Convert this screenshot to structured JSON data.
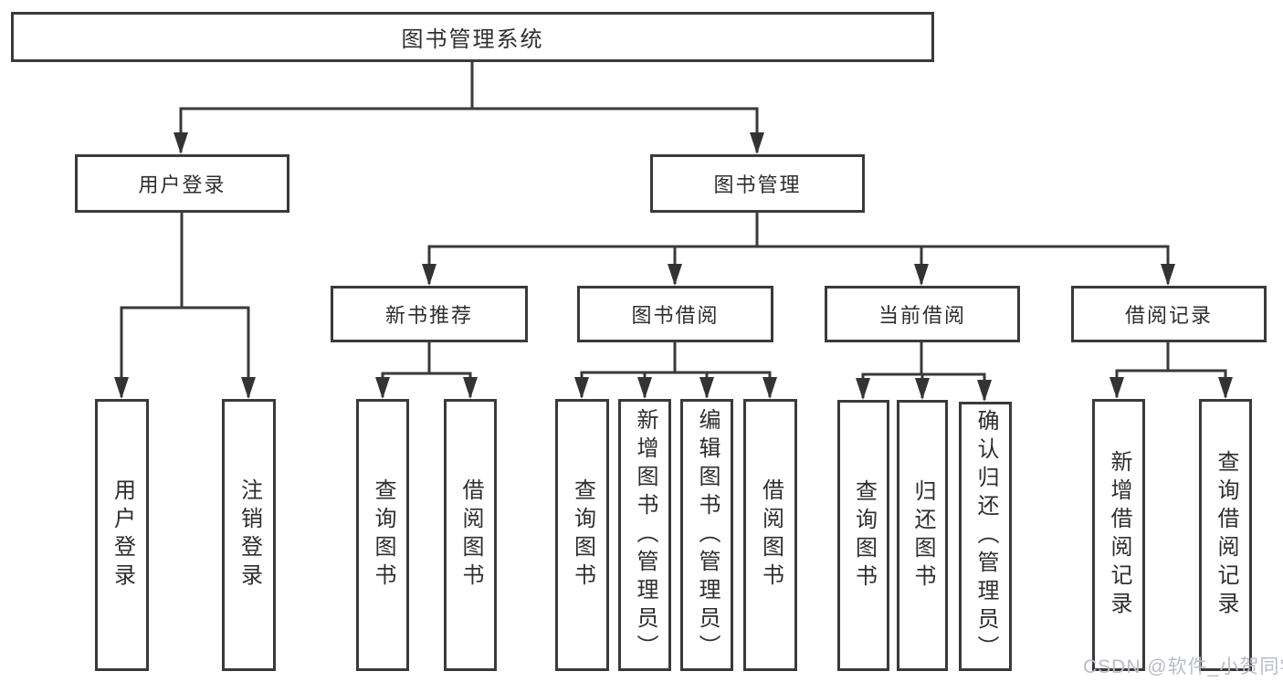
{
  "diagram": {
    "root": "图书管理系统",
    "level1": {
      "user_login": "用户登录",
      "book_management": "图书管理"
    },
    "level2": {
      "new_book_recommend": "新书推荐",
      "book_borrow": "图书借阅",
      "current_borrow": "当前借阅",
      "borrow_records": "借阅记录"
    },
    "leaves": {
      "user_login": [
        "用户登录",
        "注销登录"
      ],
      "new_book_recommend": [
        "查询图书",
        "借阅图书"
      ],
      "book_borrow": [
        "查询图书",
        "新增图书（管理员）",
        "编辑图书（管理员）",
        "借阅图书"
      ],
      "current_borrow": [
        "查询图书",
        "归还图书",
        "确认归还（管理员）"
      ],
      "borrow_records": [
        "新增借阅记录",
        "查询借阅记录"
      ]
    }
  },
  "watermark": "CSDN @软件_小贺同学",
  "colors": {
    "line": "#3a3a3a",
    "arrow": "#333333",
    "text": "#2e2e2e",
    "watermark_text": "#b9bdc6",
    "background": "#ffffff"
  }
}
